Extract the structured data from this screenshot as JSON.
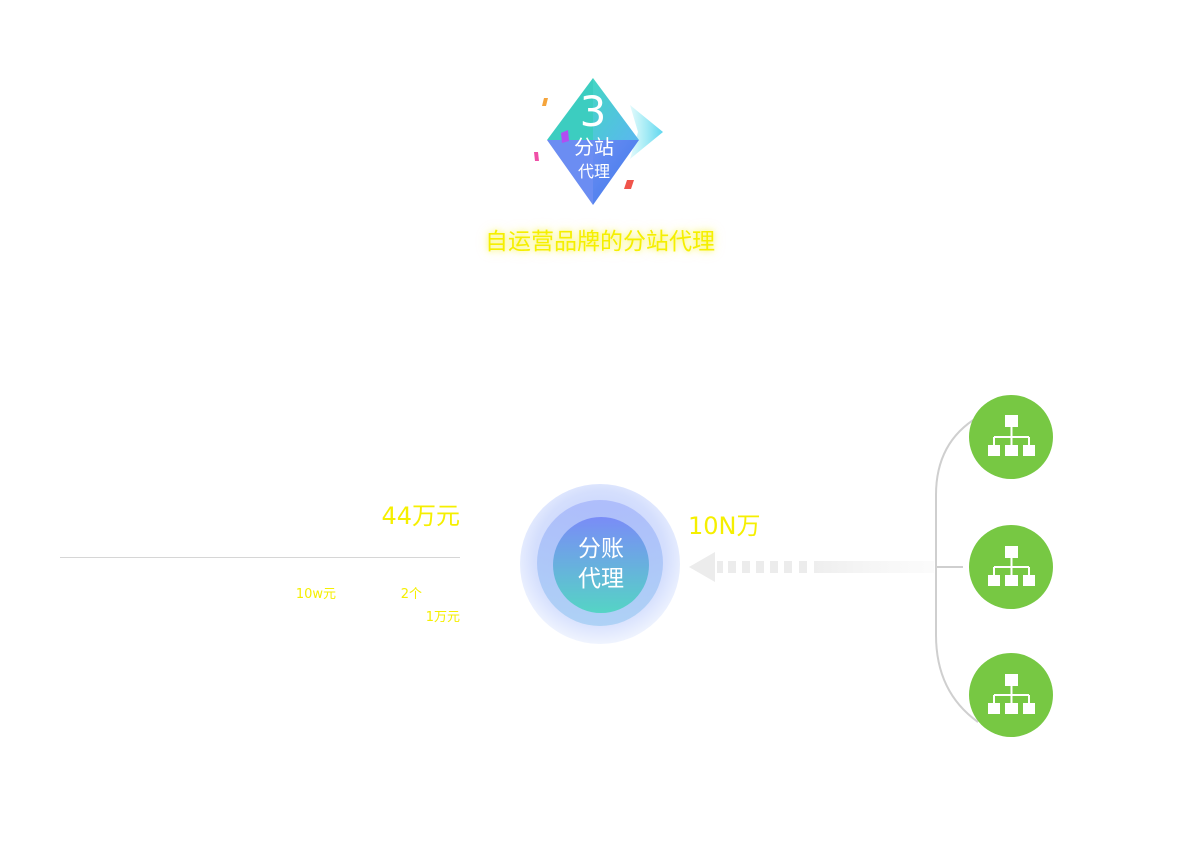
{
  "badge": {
    "number": "3",
    "line1": "分站",
    "line2": "代理",
    "icon": "diamond-badge-icon"
  },
  "section_title": "自运营品牌的分站代理",
  "left_panel": {
    "value": "44万元",
    "sub_a": "10w元",
    "sub_b": "2个",
    "sub_c": "1万元"
  },
  "hub": {
    "line1": "分账",
    "line2": "代理"
  },
  "right_value": "10N万",
  "nodes": [
    {
      "icon": "org-chart-icon"
    },
    {
      "icon": "org-chart-icon"
    },
    {
      "icon": "org-chart-icon"
    }
  ],
  "colors": {
    "highlight": "#f5ef00",
    "node_green": "#77c843",
    "hub_top": "#7a8cf7",
    "hub_bottom": "#55d4c5"
  }
}
